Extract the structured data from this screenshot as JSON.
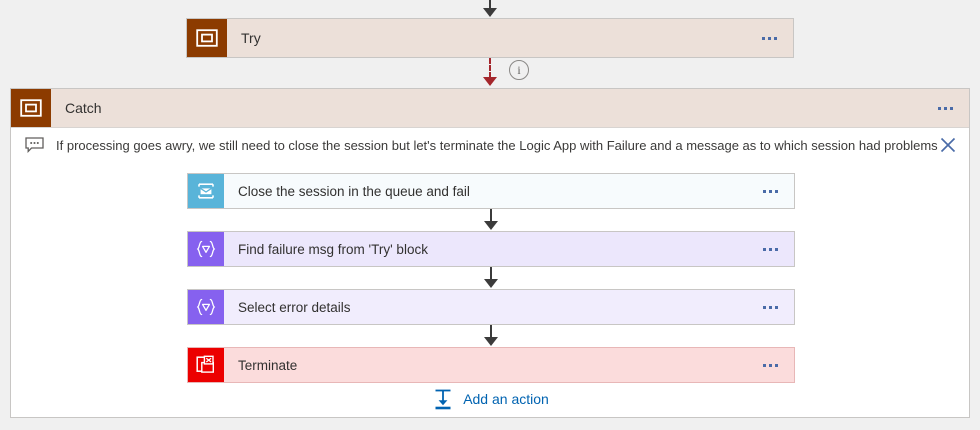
{
  "canvas": {
    "background_color": "#f0f0f0"
  },
  "try_scope": {
    "title": "Try",
    "icon": "scope-icon",
    "icon_color": "#8c3b00",
    "background_color": "#ece0d9",
    "menu_label": "..."
  },
  "connectors": {
    "top_arrow": "arrow-down-icon",
    "failure_arrow": "dashed-arrow-down-icon",
    "failure_arrow_color": "#a4262c",
    "info_icon": "info-icon",
    "info_glyph": "i"
  },
  "catch_scope": {
    "title": "Catch",
    "icon": "scope-icon",
    "icon_color": "#8c3b00",
    "background_color": "#ece0d9",
    "menu_label": "...",
    "comment": {
      "icon": "comment-bubble-icon",
      "text": "If processing goes awry, we still need to close the session but let's terminate the Logic App with Failure and a message as to which session had problems",
      "close_icon": "close-icon"
    },
    "actions": [
      {
        "title": "Close the session in the queue and fail",
        "icon": "service-bus-icon",
        "icon_color": "#59b4d9",
        "background_color": "#f7fbfd",
        "menu_label": "..."
      },
      {
        "title": "Find failure msg from 'Try' block",
        "icon": "query-braces-icon",
        "icon_color": "#8661ef",
        "background_color": "#ece7fc",
        "menu_label": "..."
      },
      {
        "title": "Select error details",
        "icon": "query-braces-icon",
        "icon_color": "#8661ef",
        "background_color": "#f1edfd",
        "menu_label": "..."
      },
      {
        "title": "Terminate",
        "icon": "terminate-icon",
        "icon_color": "#ec0000",
        "background_color": "#fbdcdc",
        "menu_label": "..."
      }
    ],
    "add_action": {
      "label": "Add an action",
      "icon": "insert-action-icon",
      "color": "#0063b1"
    }
  }
}
